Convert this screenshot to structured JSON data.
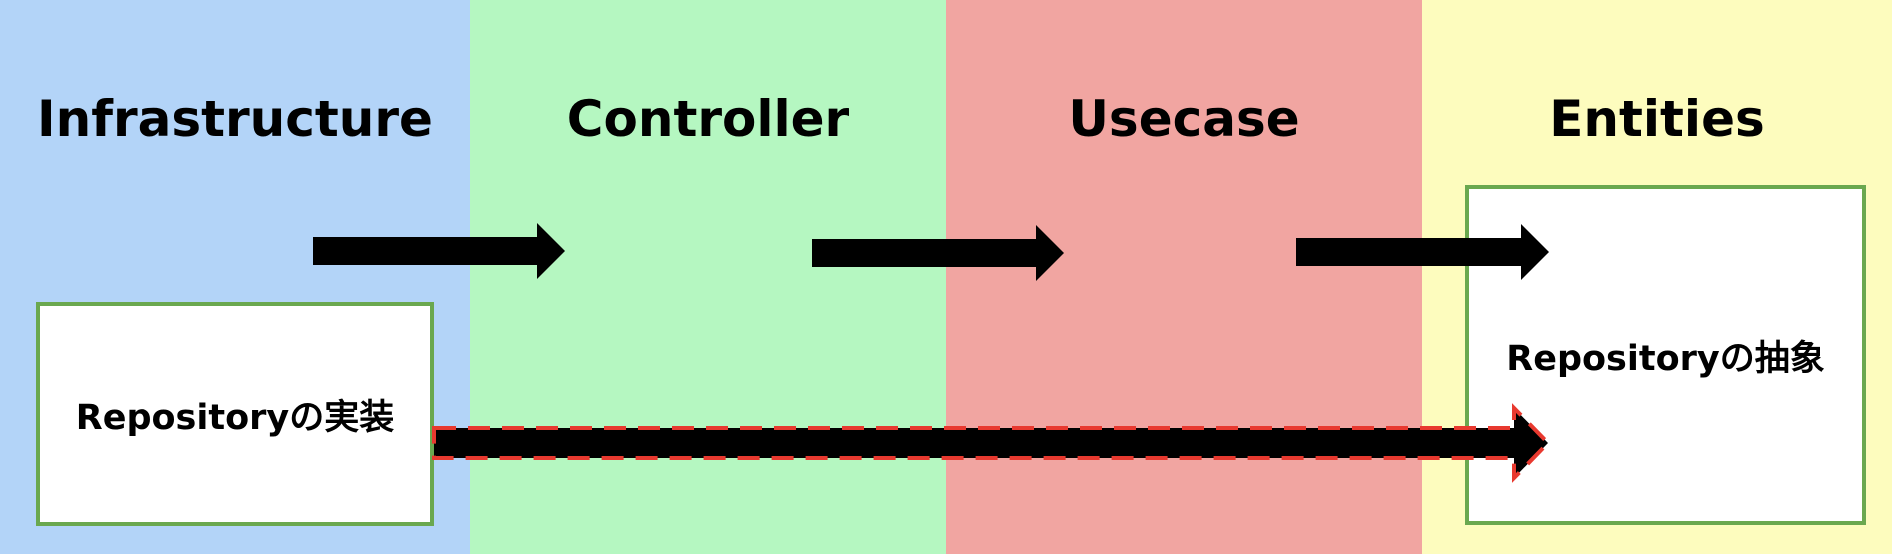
{
  "layers": [
    {
      "title": "Infrastructure",
      "color": "#b3d4f8"
    },
    {
      "title": "Controller",
      "color": "#b5f7c1"
    },
    {
      "title": "Usecase",
      "color": "#f1a5a1"
    },
    {
      "title": "Entities",
      "color": "#fdfcbe"
    }
  ],
  "boxes": {
    "impl": "Repositoryの実装",
    "abstract": "Repositoryの抽象"
  },
  "colors": {
    "box_border": "#6aa84f",
    "arrow": "#000000",
    "dashed_outline": "#e8392f"
  }
}
